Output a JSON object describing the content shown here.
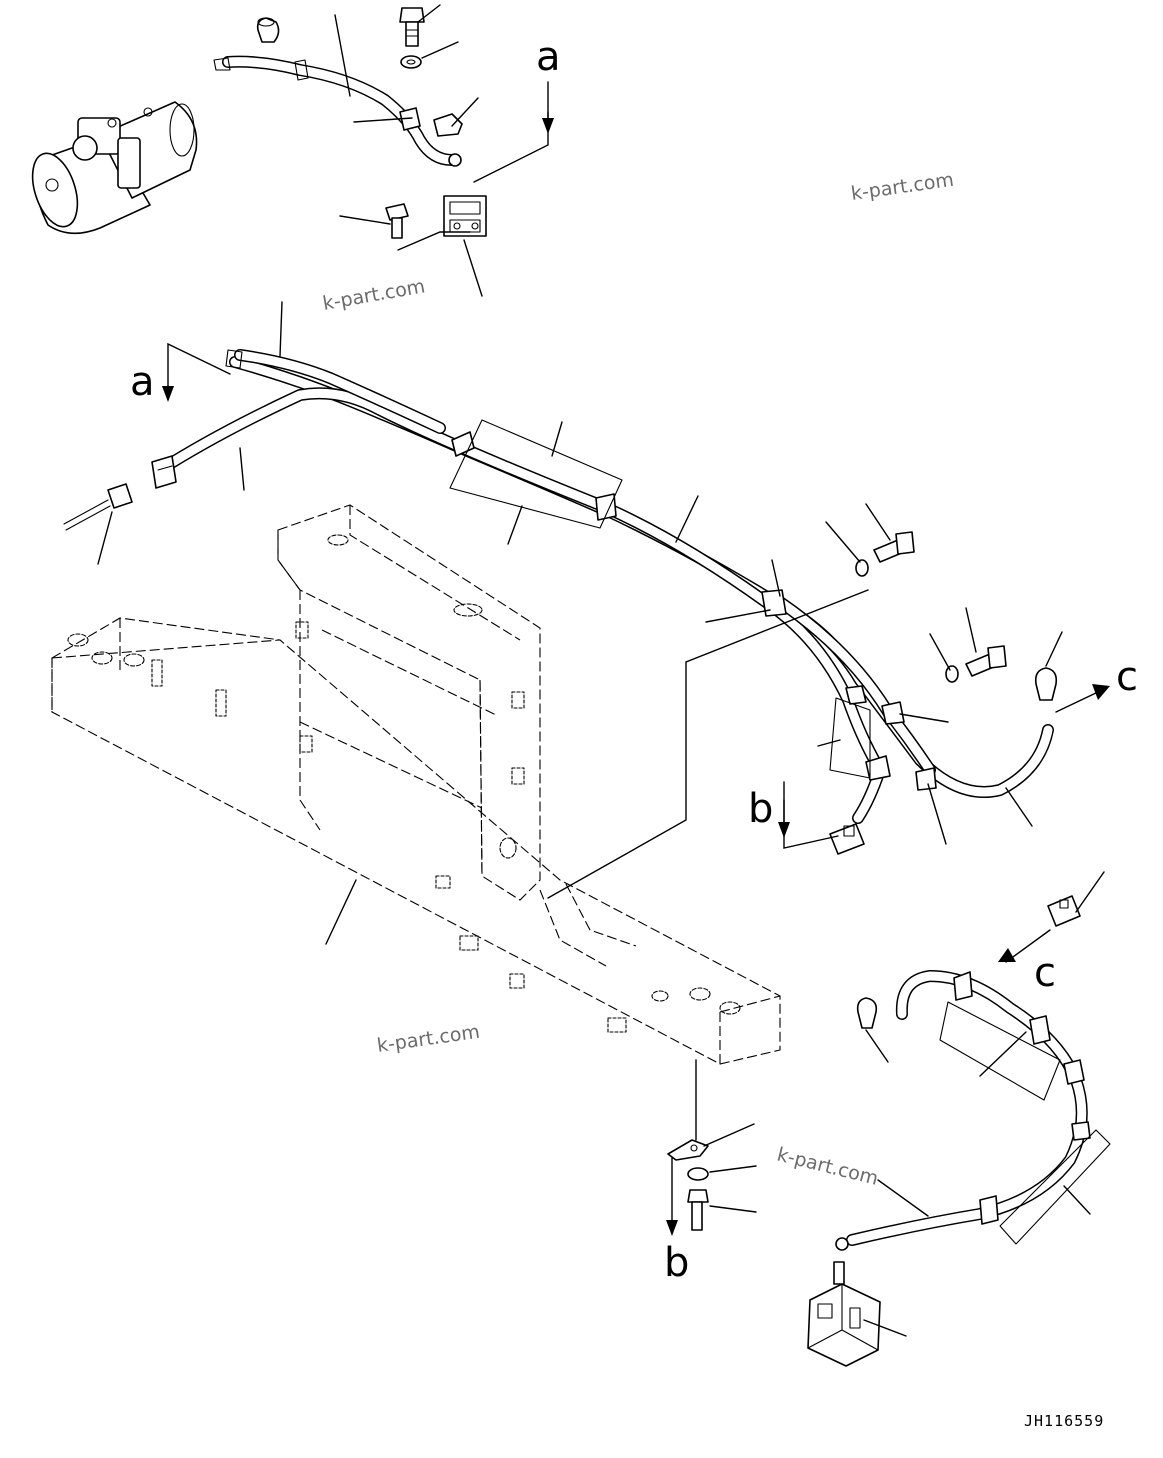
{
  "reference_letters": {
    "a_top": "a",
    "a_left": "a",
    "b_right": "b",
    "b_bottom": "b",
    "c_right": "c",
    "c_lower": "c"
  },
  "watermarks": [
    "k-part.com",
    "k-part.com",
    "k-part.com",
    "k-part.com"
  ],
  "drawing_code": "JH116559",
  "colors": {
    "line": "#000000",
    "background": "#ffffff",
    "watermark": "#6b6b6b"
  },
  "icons": [
    "pump-motor-icon",
    "bolt-icon",
    "washer-icon",
    "cable-terminal-icon",
    "junction-block-icon",
    "clip-icon",
    "connector-icon",
    "frame-icon",
    "valve-block-icon",
    "switch-icon",
    "cap-icon"
  ]
}
